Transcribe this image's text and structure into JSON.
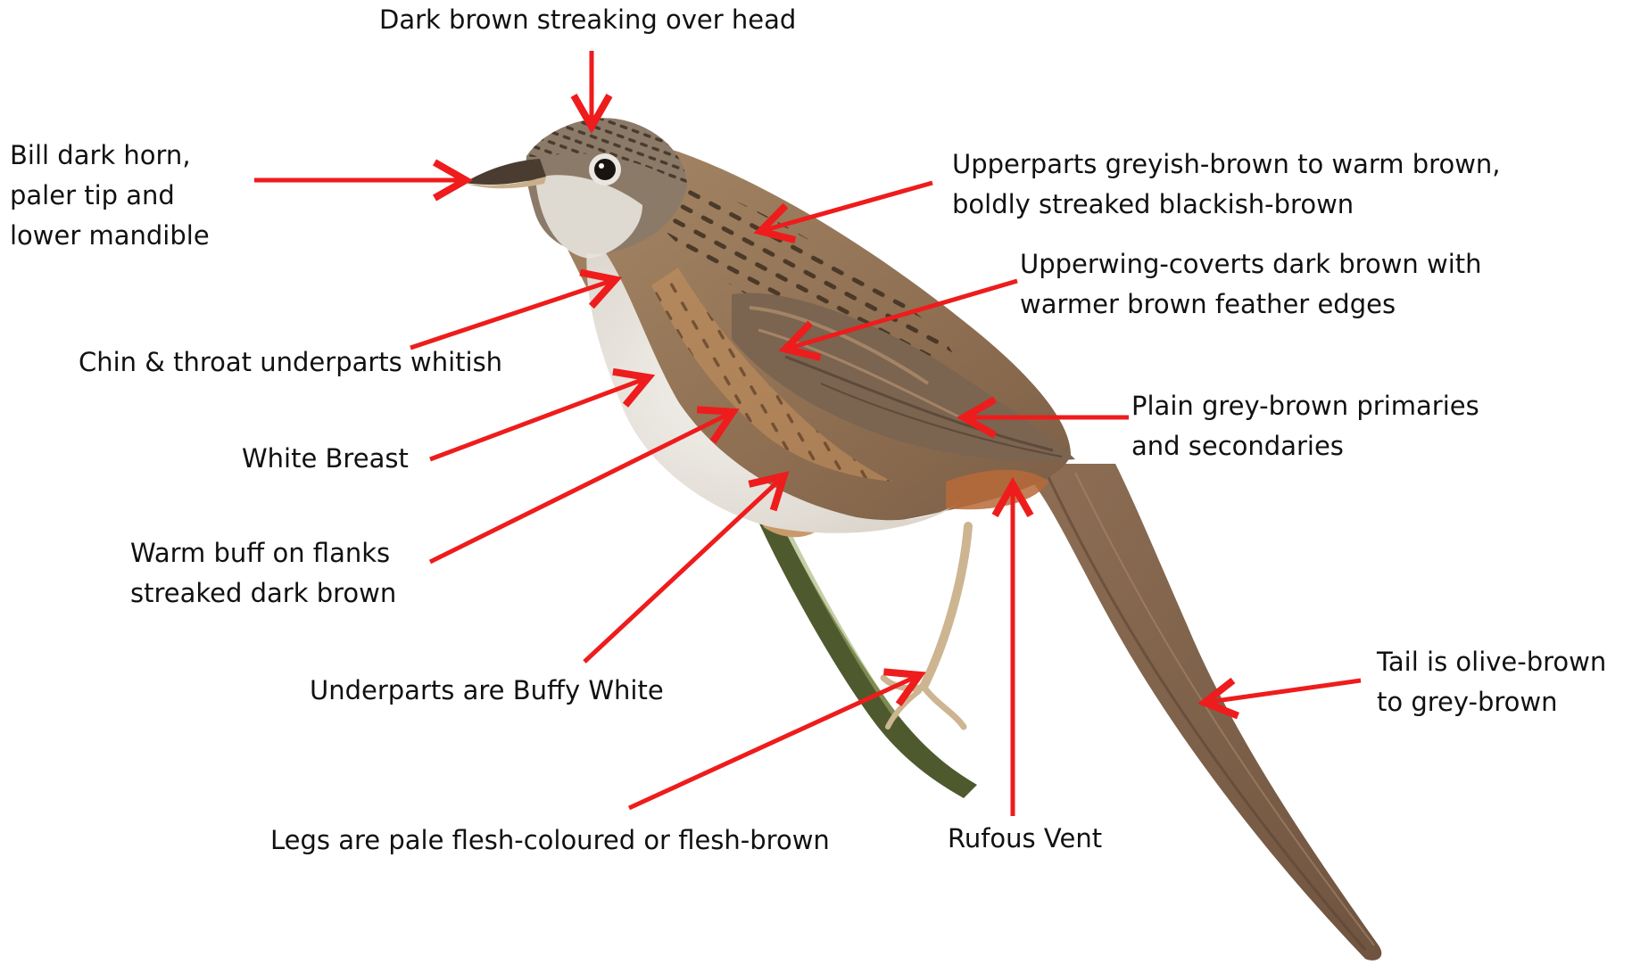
{
  "figure": {
    "subject": "bird",
    "colors": {
      "arrow": "#ee1c1c",
      "text": "#111111",
      "background": "#ffffff",
      "plumage_brown": "#9a7a58",
      "streak_dark": "#3d2e20",
      "underparts": "#e9e6e1",
      "buff_flank": "#c8925c",
      "vent_rufous": "#b76a38",
      "tail": "#8e6f55",
      "legs": "#cdb592"
    }
  },
  "labels": {
    "head": [
      "Dark brown streaking over head"
    ],
    "bill": [
      "Bill dark horn,",
      "paler tip and",
      "lower mandible"
    ],
    "upperparts": [
      "Upperparts greyish-brown to warm brown,",
      "boldly streaked blackish-brown"
    ],
    "coverts": [
      "Upperwing-coverts dark brown with",
      "warmer brown feather edges"
    ],
    "throat": [
      "Chin &  throat underparts whitish"
    ],
    "primaries": [
      "Plain grey-brown primaries",
      "and secondaries"
    ],
    "breast": [
      "White Breast"
    ],
    "flanks": [
      "Warm buff on flanks",
      "streaked dark brown"
    ],
    "underparts": [
      "Underparts are Buffy White"
    ],
    "tail": [
      "Tail is olive-brown",
      "to grey-brown"
    ],
    "legs": [
      "Legs are pale flesh-coloured or flesh-brown"
    ],
    "vent": [
      "Rufous Vent"
    ]
  }
}
